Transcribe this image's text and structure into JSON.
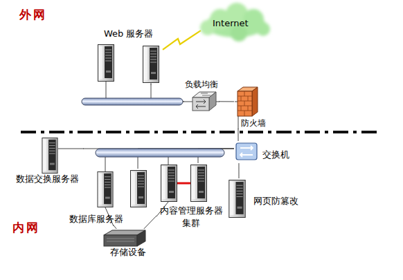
{
  "diagram": {
    "nodes": [
      {
        "text": [
          "Web 服务器"
        ]
      },
      {
        "text": [
          "Internet"
        ]
      },
      {
        "text": [
          "负载均衡"
        ]
      },
      {
        "text": [
          "防火墙"
        ]
      },
      {
        "text": [
          "数据交换服务器"
        ]
      },
      {
        "text": [
          "交换机"
        ]
      },
      {
        "text": [
          "数据库服务器"
        ]
      },
      {
        "text": [
          "内容管理服务器 集群"
        ]
      },
      {
        "text": [
          "网页防篡改"
        ]
      },
      {
        "text": [
          "存储设备"
        ]
      }
    ],
    "edges": [
      {
        "from": 0,
        "to": 1,
        "arrow": "none"
      },
      {
        "from": 0,
        "to": 2,
        "arrow": "none"
      },
      {
        "from": 2,
        "to": 3,
        "arrow": "none"
      },
      {
        "from": 3,
        "to": 5,
        "arrow": "none"
      },
      {
        "from": 5,
        "to": 4,
        "arrow": "none"
      },
      {
        "from": 5,
        "to": 6,
        "arrow": "none"
      },
      {
        "from": 5,
        "to": 7,
        "arrow": "none"
      },
      {
        "from": 5,
        "to": 8,
        "arrow": "none"
      },
      {
        "from": 6,
        "to": 9,
        "arrow": "none"
      },
      {
        "from": 7,
        "to": 9,
        "arrow": "none"
      }
    ],
    "labels": [
      "外网",
      "内网"
    ]
  }
}
